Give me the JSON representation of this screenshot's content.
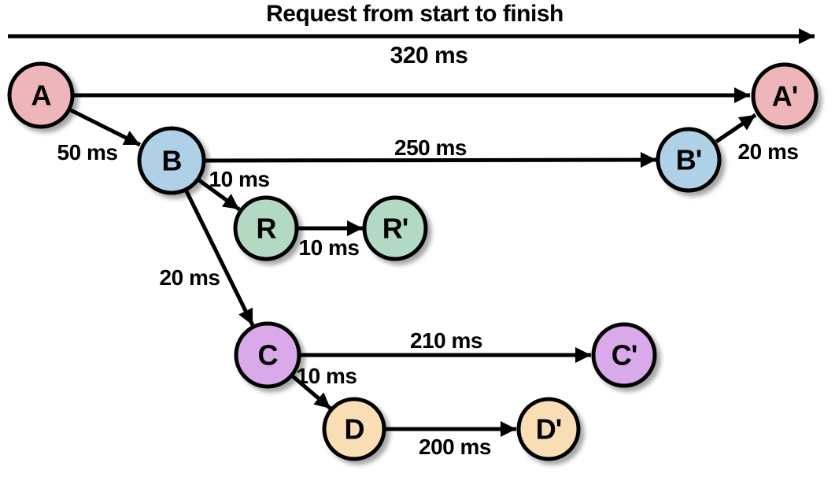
{
  "diagram": {
    "title": "Request from start to finish",
    "total_duration": "320 ms"
  },
  "colors": {
    "node_pink": "#efb6ba",
    "node_blue": "#aed1e8",
    "node_green": "#b2d9c2",
    "node_purple": "#d9a9e9",
    "node_orange": "#f8ddb5",
    "stroke": "#000000",
    "background": "#ffffff"
  },
  "nodes": {
    "a": {
      "label": "A"
    },
    "a_end": {
      "label": "A'"
    },
    "b": {
      "label": "B"
    },
    "b_end": {
      "label": "B'"
    },
    "r": {
      "label": "R"
    },
    "r_end": {
      "label": "R'"
    },
    "c": {
      "label": "C"
    },
    "c_end": {
      "label": "C'"
    },
    "d": {
      "label": "D"
    },
    "d_end": {
      "label": "D'"
    }
  },
  "edge_labels": {
    "a_to_b": "50 ms",
    "b_to_b_end": "250 ms",
    "b_end_to_a_end": "20 ms",
    "b_to_r": "10 ms",
    "r_to_r_end": "10 ms",
    "b_to_c": "20 ms",
    "c_to_c_end": "210 ms",
    "c_to_d": "10 ms",
    "d_to_d_end": "200 ms"
  }
}
